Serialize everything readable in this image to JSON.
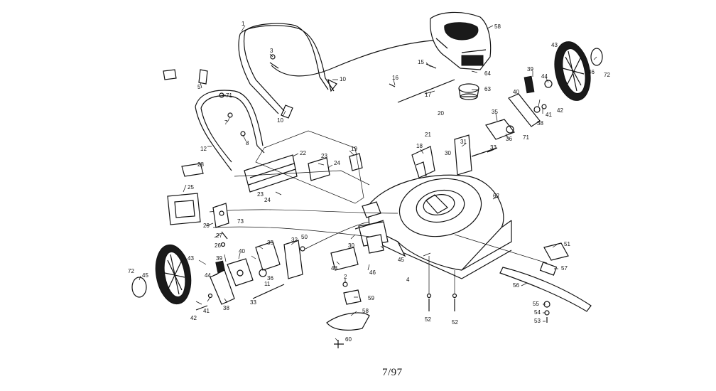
{
  "callouts": [
    {
      "id": "p1",
      "text": "1"
    },
    {
      "id": "p3",
      "text": "3"
    },
    {
      "id": "p5",
      "text": "5"
    },
    {
      "id": "p71",
      "text": "71"
    },
    {
      "id": "p7",
      "text": "7"
    },
    {
      "id": "p8",
      "text": "8"
    },
    {
      "id": "p12",
      "text": "12"
    },
    {
      "id": "p10a",
      "text": "10"
    },
    {
      "id": "p10b",
      "text": "10"
    },
    {
      "id": "p15",
      "text": "15"
    },
    {
      "id": "p16",
      "text": "16"
    },
    {
      "id": "p17",
      "text": "17"
    },
    {
      "id": "p58",
      "text": "58"
    },
    {
      "id": "p64",
      "text": "64"
    },
    {
      "id": "p63",
      "text": "63"
    },
    {
      "id": "p43a",
      "text": "43"
    },
    {
      "id": "p44a",
      "text": "44"
    },
    {
      "id": "p46a",
      "text": "46"
    },
    {
      "id": "p72a",
      "text": "72"
    },
    {
      "id": "p39a",
      "text": "39"
    },
    {
      "id": "p40a",
      "text": "40"
    },
    {
      "id": "p41a",
      "text": "41"
    },
    {
      "id": "p42a",
      "text": "42"
    },
    {
      "id": "p38a",
      "text": "38"
    },
    {
      "id": "p35a",
      "text": "35"
    },
    {
      "id": "p36a",
      "text": "36"
    },
    {
      "id": "p71b",
      "text": "71"
    },
    {
      "id": "p31",
      "text": "31"
    },
    {
      "id": "p33a",
      "text": "33"
    },
    {
      "id": "p30a",
      "text": "30"
    },
    {
      "id": "p18",
      "text": "18"
    },
    {
      "id": "p19",
      "text": "19"
    },
    {
      "id": "p20",
      "text": "20"
    },
    {
      "id": "p21",
      "text": "21"
    },
    {
      "id": "p22",
      "text": "22"
    },
    {
      "id": "p23",
      "text": "23"
    },
    {
      "id": "p24a",
      "text": "24"
    },
    {
      "id": "p24b",
      "text": "24"
    },
    {
      "id": "p23b",
      "text": "23"
    },
    {
      "id": "p25",
      "text": "25"
    },
    {
      "id": "p26",
      "text": "26"
    },
    {
      "id": "p27",
      "text": "27"
    },
    {
      "id": "p28",
      "text": "28"
    },
    {
      "id": "p29",
      "text": "29"
    },
    {
      "id": "p73",
      "text": "73"
    },
    {
      "id": "p62",
      "text": "62"
    },
    {
      "id": "p4",
      "text": "4"
    },
    {
      "id": "p45",
      "text": "45"
    },
    {
      "id": "p46b",
      "text": "46"
    },
    {
      "id": "p2",
      "text": "2"
    },
    {
      "id": "p48",
      "text": "48"
    },
    {
      "id": "p30b",
      "text": "30"
    },
    {
      "id": "p50",
      "text": "50"
    },
    {
      "id": "p32",
      "text": "32"
    },
    {
      "id": "p35b",
      "text": "35"
    },
    {
      "id": "p36b",
      "text": "36"
    },
    {
      "id": "p11",
      "text": "11"
    },
    {
      "id": "p33b",
      "text": "33"
    },
    {
      "id": "p39b",
      "text": "39"
    },
    {
      "id": "p40b",
      "text": "40"
    },
    {
      "id": "p44b",
      "text": "44"
    },
    {
      "id": "p43b",
      "text": "43"
    },
    {
      "id": "p45b",
      "text": "45"
    },
    {
      "id": "p72b",
      "text": "72"
    },
    {
      "id": "p41b",
      "text": "41"
    },
    {
      "id": "p42b",
      "text": "42"
    },
    {
      "id": "p38b",
      "text": "38"
    },
    {
      "id": "p59",
      "text": "59"
    },
    {
      "id": "p58b",
      "text": "58"
    },
    {
      "id": "p60",
      "text": "60"
    },
    {
      "id": "p52a",
      "text": "52"
    },
    {
      "id": "p52b",
      "text": "52"
    },
    {
      "id": "p51",
      "text": "51"
    },
    {
      "id": "p57",
      "text": "57"
    },
    {
      "id": "p56",
      "text": "56"
    },
    {
      "id": "p55",
      "text": "55"
    },
    {
      "id": "p54",
      "text": "54"
    },
    {
      "id": "p53",
      "text": "53"
    }
  ],
  "footer": {
    "date_code": "7/97"
  }
}
